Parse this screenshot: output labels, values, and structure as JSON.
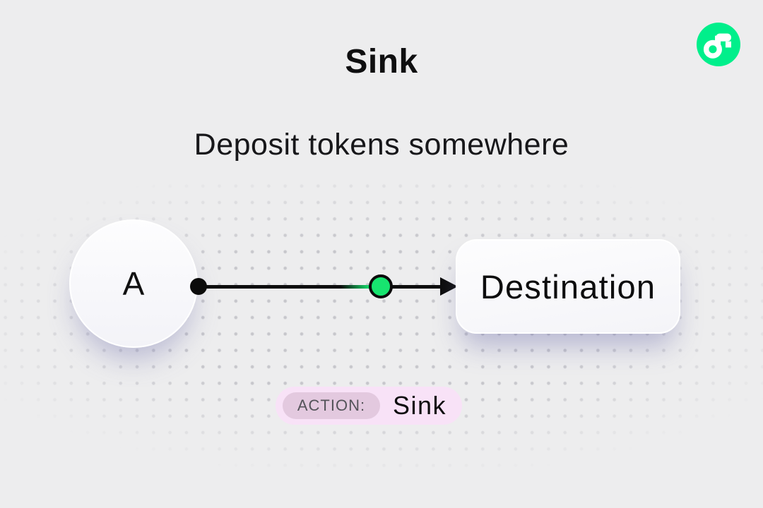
{
  "title": "Sink",
  "subtitle": "Deposit tokens somewhere",
  "logo": {
    "name": "flow-logo",
    "color": "#00ef8b"
  },
  "diagram": {
    "source_label": "A",
    "destination_label": "Destination",
    "connector_color": "#0b0b0b",
    "token_dot_color": "#17e46f"
  },
  "action": {
    "label": "ACTION:",
    "value": "Sink",
    "pill_bg": "#f8e2f7",
    "badge_bg": "#e3c9df"
  }
}
